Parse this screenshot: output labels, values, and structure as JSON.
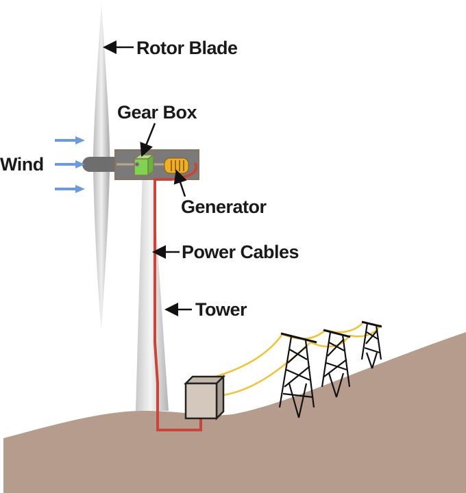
{
  "labels": {
    "rotor_blade": "Rotor Blade",
    "gear_box": "Gear Box",
    "wind": "Wind",
    "generator": "Generator",
    "power_cables": "Power Cables",
    "tower": "Tower"
  },
  "colors": {
    "ground": "#b59c8c",
    "cable": "#c8453a",
    "power_line": "#f2c230",
    "wind_arrow": "#6a9ae0",
    "gearbox": "#7ed44f",
    "generator": "#f0b020",
    "nacelle": "#7a7a7a",
    "transformer": "#d4c8bc"
  }
}
